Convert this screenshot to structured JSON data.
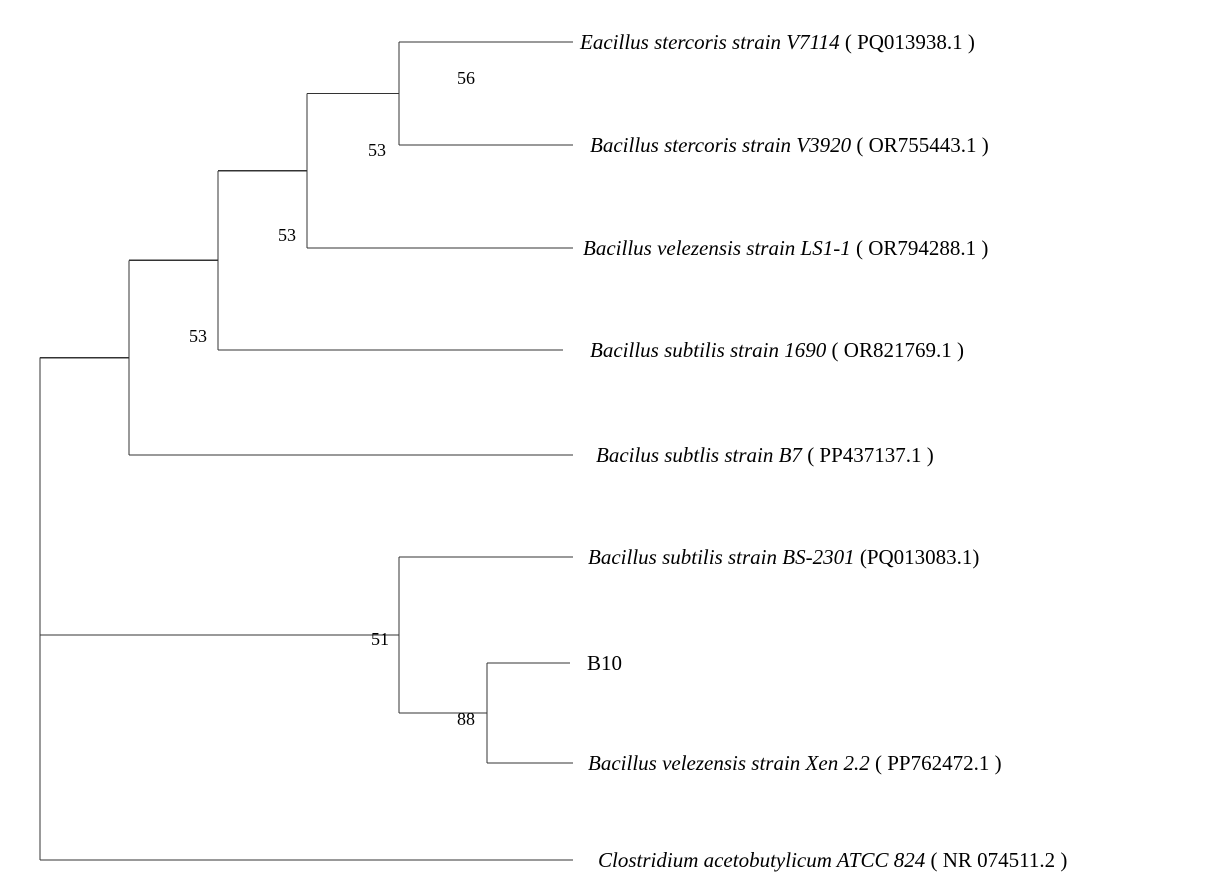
{
  "tree": {
    "root": "n0",
    "nodes": [
      {
        "id": "n0",
        "parent": null,
        "support": ""
      },
      {
        "id": "n1",
        "parent": "n0",
        "support": "53"
      },
      {
        "id": "n2",
        "parent": "n1",
        "support": "53"
      },
      {
        "id": "n3",
        "parent": "n2",
        "support": "53"
      },
      {
        "id": "n4",
        "parent": "n3",
        "support": "56"
      },
      {
        "id": "n5",
        "parent": "n0",
        "support": "51"
      },
      {
        "id": "n6",
        "parent": "n5",
        "support": "88"
      }
    ],
    "leaves": [
      {
        "id": "L1",
        "parent": "n4",
        "taxon": "Eacillus stercoris strain V7114",
        "accession": " ( PQ013938.1 )"
      },
      {
        "id": "L2",
        "parent": "n4",
        "taxon": "Bacillus stercoris strain V3920",
        "accession": " ( OR755443.1 )"
      },
      {
        "id": "L3",
        "parent": "n3",
        "taxon": "Bacillus velezensis strain LS1-1",
        "accession": " ( OR794288.1 )"
      },
      {
        "id": "L4",
        "parent": "n2",
        "taxon": "Bacillus subtilis strain 1690",
        "accession": " ( OR821769.1 )"
      },
      {
        "id": "L5",
        "parent": "n1",
        "taxon": "Bacilus subtlis strain B7",
        "accession": " ( PP437137.1 )"
      },
      {
        "id": "L6",
        "parent": "n5",
        "taxon": "Bacillus subtilis strain BS-2301",
        "accession": " (PQ013083.1)"
      },
      {
        "id": "L7",
        "parent": "n6",
        "taxon": "",
        "accession": "B10"
      },
      {
        "id": "L8",
        "parent": "n6",
        "taxon": "Bacillus velezensis strain Xen 2.2",
        "accession": " ( PP762472.1 )"
      },
      {
        "id": "L9",
        "parent": "n0",
        "taxon": "Clostridium acetobutylicum ATCC 824",
        "accession": " ( NR 074511.2 )"
      }
    ]
  }
}
